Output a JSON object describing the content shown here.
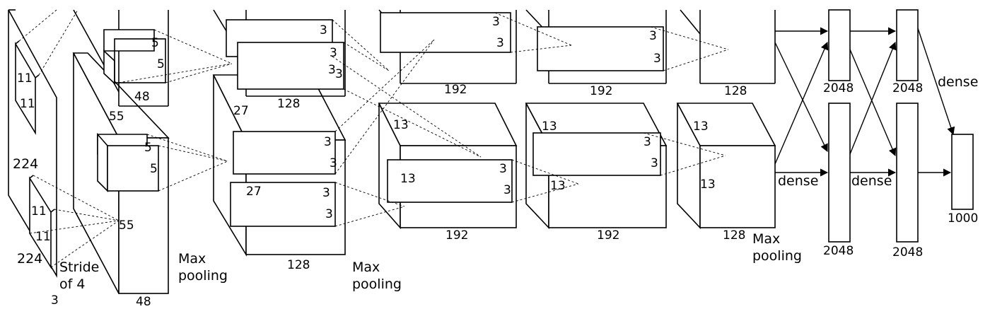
{
  "diagram": {
    "labels": {
      "input_size_top": "224",
      "input_size_bottom": "224",
      "input_depth": "3",
      "kernel1_h_top": "11",
      "kernel1_w_top": "11",
      "kernel1_h_bottom": "11",
      "kernel1_w_bottom": "11",
      "stride": "Stride\nof 4",
      "conv1_size_top": "55",
      "conv1_size_bottom": "55",
      "conv1_depth_top": "48",
      "conv1_depth_bottom": "48",
      "kernel2_top_a": "5",
      "kernel2_top_b": "5",
      "kernel2_bottom_a": "5",
      "kernel2_bottom_b": "5",
      "pool1": "Max\npooling",
      "conv2_size_top": "27",
      "conv2_size_bottom": "27",
      "conv2_depth_top": "128",
      "conv2_depth_bottom": "128",
      "kernel3_top_a": "3",
      "kernel3_top_b": "3",
      "kernel3_top_c": "3",
      "kernel3_top_d": "3",
      "kernel3_bottom_a": "3",
      "kernel3_bottom_b": "3",
      "kernel3_bottom_c": "3",
      "kernel3_bottom_d": "3",
      "pool2": "Max\npooling",
      "conv3_size_bottom_a": "13",
      "conv3_size_bottom_b": "13",
      "conv3_depth_top": "192",
      "conv3_depth_bottom": "192",
      "kernel4_top_a": "3",
      "kernel4_top_b": "3",
      "kernel4_bottom_a": "3",
      "kernel4_bottom_b": "3",
      "conv4_size_a": "13",
      "conv4_size_b": "13",
      "conv4_depth_top": "192",
      "conv4_depth_bottom": "192",
      "kernel5_top_a": "3",
      "kernel5_top_b": "3",
      "kernel5_bottom_a": "3",
      "kernel5_bottom_b": "3",
      "conv5_size_a": "13",
      "conv5_size_b": "13",
      "conv5_depth_top": "128",
      "conv5_depth_bottom": "128",
      "pool3": "Max\npooling",
      "fc1_top": "2048",
      "fc1_bottom": "2048",
      "fc2_top": "2048",
      "fc2_bottom": "2048",
      "output": "1000",
      "dense_1": "dense",
      "dense_2": "dense",
      "dense_3": "dense"
    }
  }
}
